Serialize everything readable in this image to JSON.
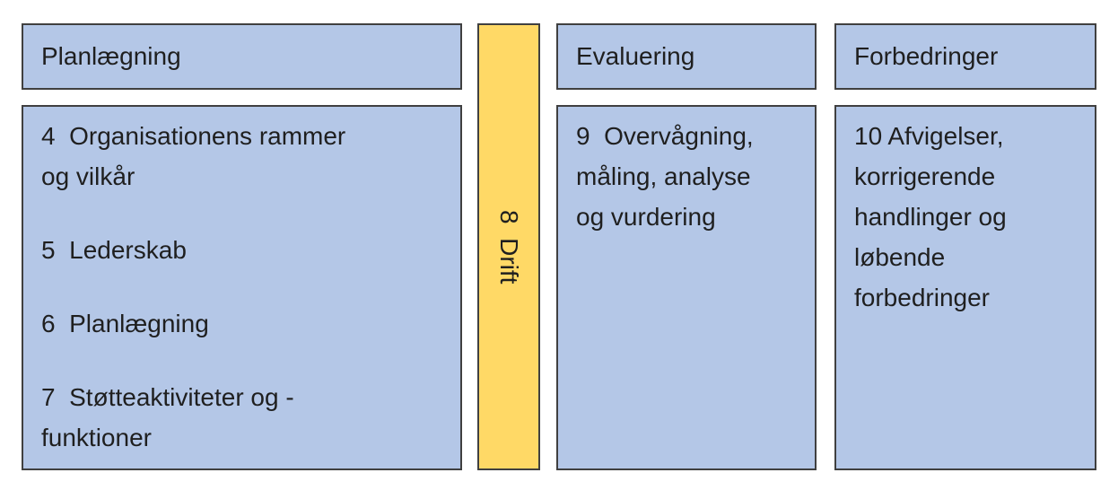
{
  "diagram": {
    "columns": {
      "planning": {
        "header": "Planlægning",
        "items": [
          "4  Organisationens rammer\nog vilkår",
          "5  Lederskab",
          "6  Planlægning",
          "7  Støtteaktiviteter og -\nfunktioner"
        ]
      },
      "drift": {
        "label": "8  Drift"
      },
      "evaluation": {
        "header": "Evaluering",
        "items": [
          "9  Overvågning,\nmåling, analyse\nog vurdering"
        ]
      },
      "improvements": {
        "header": "Forbedringer",
        "items": [
          "10 Afvigelser,\nkorrigerende\nhandlinger og\nløbende\nforbedringer"
        ]
      }
    },
    "colors": {
      "box_fill": "#b4c7e7",
      "drift_fill": "#ffd966",
      "border": "#404040",
      "text": "#1f1f1f"
    }
  }
}
